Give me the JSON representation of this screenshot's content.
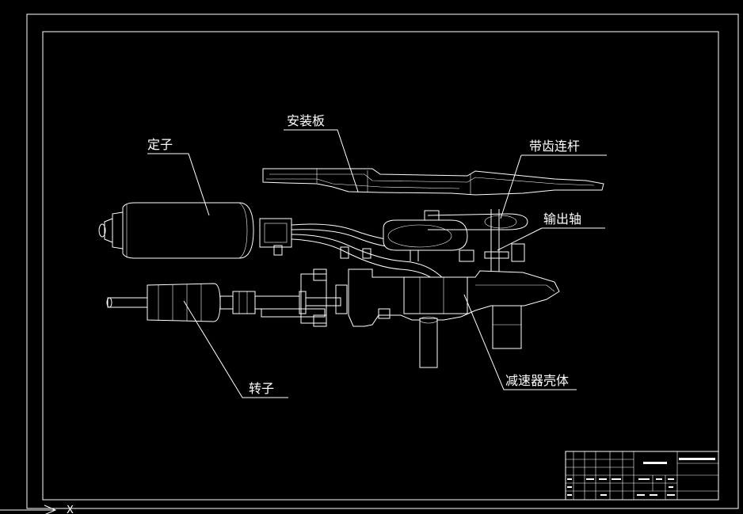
{
  "drawing": {
    "background": "#000000",
    "line_color": "#ffffff",
    "callouts": {
      "mounting_plate": "安装板",
      "stator": "定子",
      "toothed_link": "带齿连杆",
      "output_shaft": "输出轴",
      "rotor": "转子",
      "reducer_housing": "减速器壳体"
    },
    "axis_label": "X"
  }
}
